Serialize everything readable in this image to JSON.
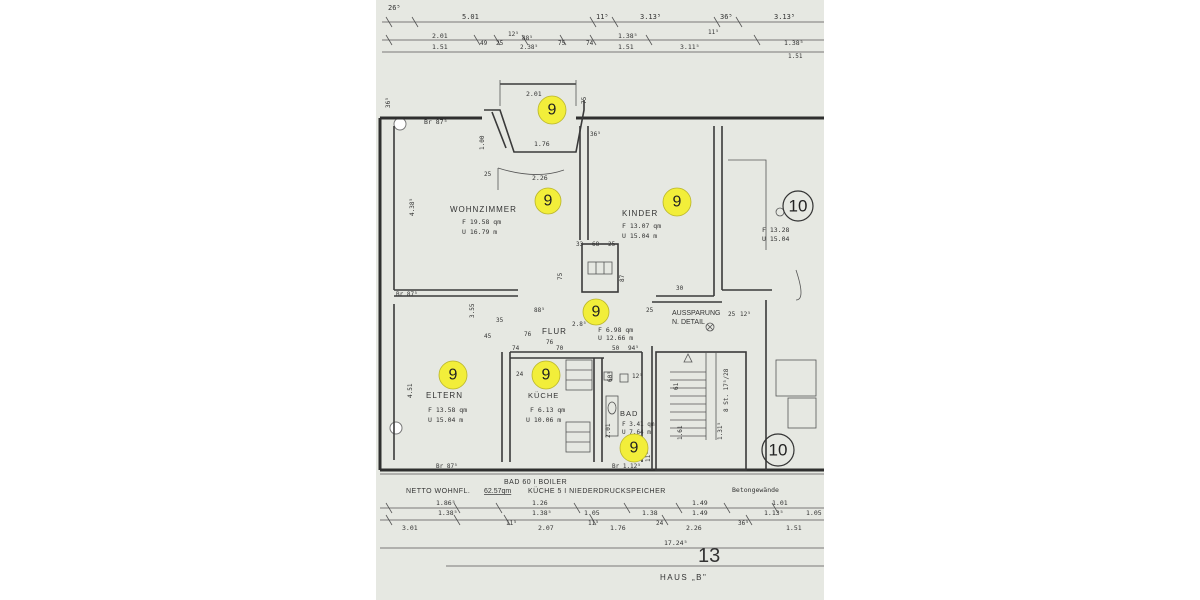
{
  "top_dimensions": {
    "row1": [
      "26⁵",
      "5.01",
      "11⁵",
      "3.13⁵",
      "36⁵",
      "3.13⁵"
    ],
    "row2": [
      "2.01",
      "49",
      "25",
      "12⁵",
      "88⁵",
      "75",
      "74",
      "1.38⁵",
      "11⁵",
      "1.38⁵"
    ],
    "row3": [
      "1.51",
      "2.38⁵",
      "1.51",
      "3.11⁵",
      "1.51"
    ],
    "mid": [
      "2.01",
      "75",
      "36⁵",
      "1.76",
      "Br 87⁵",
      "36⁵",
      "1.00",
      "2.26",
      "25"
    ]
  },
  "rooms": {
    "wohnzimmer": {
      "name": "WOHNZIMMER",
      "area": "F 19.58 qm",
      "perimeter": "U 16.79 m",
      "side_dim": "4.38⁵"
    },
    "kinder": {
      "name": "KINDER",
      "area": "F 13.07 qm",
      "perimeter": "U 15.04 m"
    },
    "neighbor": {
      "area": "F 13.28",
      "perimeter": "U 15.04"
    },
    "flur": {
      "name": "FLUR",
      "area": "F 6.98 qm",
      "perimeter": "U 12.66 m",
      "dims": [
        "76",
        "70",
        "50",
        "94⁵",
        "88⁵",
        "76",
        "2.8⁵",
        "25"
      ]
    },
    "eltern": {
      "name": "ELTERN",
      "area": "F 13.58 qm",
      "perimeter": "U 15.04 m",
      "side_dim": "4.51"
    },
    "kueche": {
      "name": "KÜCHE",
      "area": "F 6.13 qm",
      "perimeter": "U 10.06 m"
    },
    "bad": {
      "name": "BAD",
      "area": "F 3.41 qm",
      "perimeter": "U 7.64 m",
      "side_dim": "2.01",
      "window": "Br 1.12⁵"
    }
  },
  "annotations": {
    "aussparung": "AUSSPARUNG",
    "detail": "N. DETAIL",
    "stair": "8 St. 17⁵/28",
    "window_left": "Br 87⁵",
    "window_bottom": "Br 87⁵",
    "betong": "Betongewände",
    "small_dims": [
      "33",
      "68",
      "25",
      "30",
      "87",
      "25",
      "75",
      "74",
      "12⁵",
      "61",
      "24",
      "45",
      "35",
      "76",
      "12⁵",
      "3.55",
      "60⁵",
      "1.61",
      "1.31⁵",
      "11⁵"
    ]
  },
  "legend": {
    "line1": "BAD 60 I BOILER",
    "line2_prefix": "NETTO WOHNFL.",
    "line2_area": "62.57qm",
    "line2_suffix": "KÜCHE  5 I NIEDERDRUCKSPEICHER"
  },
  "bottom_dimensions": {
    "row1": [
      "1.86⁵",
      "1.26",
      "1.49",
      "1.01"
    ],
    "row2": [
      "1.38⁵",
      "1.38⁵",
      "1.05",
      "1.38",
      "1.49",
      "1.13⁵",
      "1.05"
    ],
    "row3": [
      "3.01",
      "11⁵",
      "2.07",
      "11⁵",
      "1.76",
      "24",
      "2.26",
      "36⁵",
      "1.51"
    ],
    "total": "17.24⁵"
  },
  "page_number": "13",
  "house_label": "HAUS „B\"",
  "markers": [
    {
      "id": "m1",
      "label": "9"
    },
    {
      "id": "m2",
      "label": "9"
    },
    {
      "id": "m3",
      "label": "9"
    },
    {
      "id": "m4",
      "label": "9"
    },
    {
      "id": "m5",
      "label": "9"
    },
    {
      "id": "m6",
      "label": "9"
    },
    {
      "id": "m7",
      "label": "9"
    }
  ],
  "unit_markers": [
    {
      "id": "u1",
      "label": "10"
    },
    {
      "id": "u2",
      "label": "10"
    }
  ],
  "colors": {
    "paper": "#e6e8e2",
    "highlight": "#f2ee3a",
    "ink": "#333333",
    "background": "#ffffff"
  }
}
